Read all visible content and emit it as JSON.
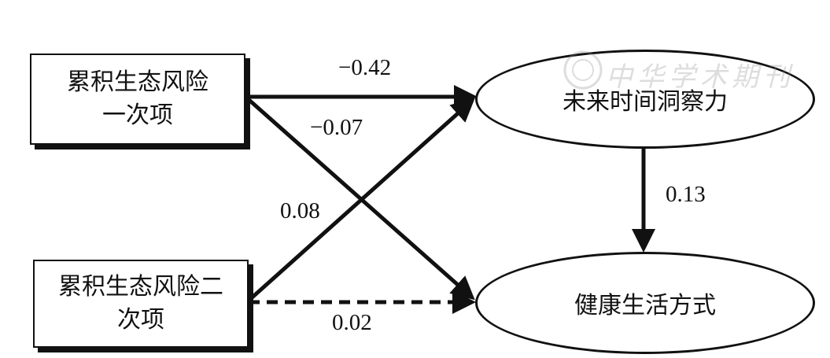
{
  "nodes": {
    "risk_linear": "累积生态风险\n一次项",
    "risk_quadratic": "累积生态风险二\n次项",
    "future_insight": "未来时间洞察力",
    "healthy_lifestyle": "健康生活方式"
  },
  "paths": [
    {
      "from": "risk_linear",
      "to": "future_insight",
      "coefficient": "−0.42",
      "style": "solid"
    },
    {
      "from": "risk_linear",
      "to": "healthy_lifestyle",
      "coefficient": "−0.07",
      "style": "solid"
    },
    {
      "from": "risk_quadratic",
      "to": "future_insight",
      "coefficient": "0.08",
      "style": "solid"
    },
    {
      "from": "risk_quadratic",
      "to": "healthy_lifestyle",
      "coefficient": "0.02",
      "style": "dashed"
    },
    {
      "from": "future_insight",
      "to": "healthy_lifestyle",
      "coefficient": "0.13",
      "style": "solid"
    }
  ],
  "watermark": "中华学术期刊"
}
